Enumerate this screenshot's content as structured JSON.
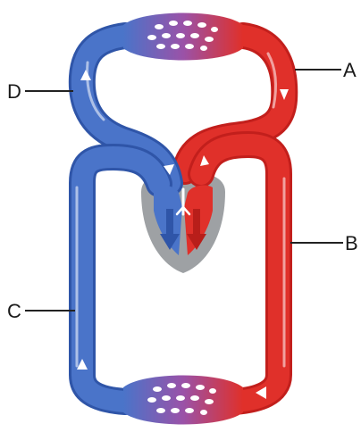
{
  "labels": {
    "a": "A",
    "b": "B",
    "c": "C",
    "d": "D"
  },
  "colors": {
    "arterial": "#e0302a",
    "venous": "#4a74c9",
    "heart_shadow": "#9ea1a4",
    "leader": "#222222"
  }
}
